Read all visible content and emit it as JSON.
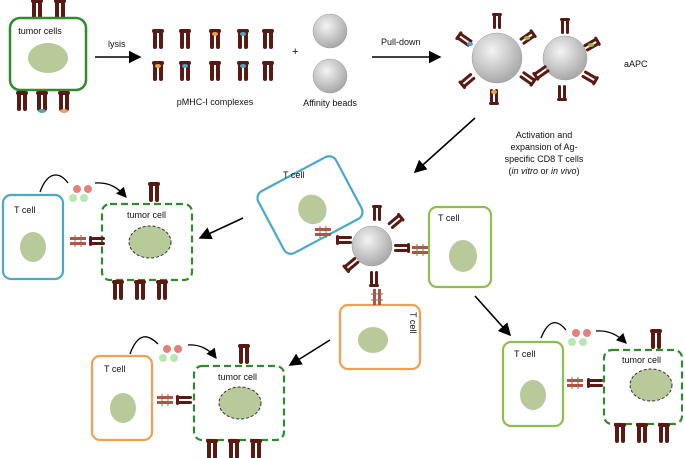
{
  "labels": {
    "tumor_cells": "tumor cells",
    "lysis": "lysis",
    "pmhc": "pMHC-I complexes",
    "plus": "+",
    "affinity_beads": "Affinity beads",
    "pull_down": "Pull-down",
    "aapc": "aAPC",
    "activation_line1": "Activation and",
    "activation_line2": "expansion of Ag-",
    "activation_line3": "specific CD8 T cells",
    "activation_line4_open": "(",
    "activation_line4_invitro": "in vitro",
    "activation_line4_or": " or ",
    "activation_line4_invivo": "in vivo",
    "activation_line4_close": ")",
    "t_cell": "T cell",
    "tumor_cell": "tumor cell"
  },
  "colors": {
    "tumor_border": "#2e8b2e",
    "nucleus_fill": "#b8c99a",
    "mhc_dark": "#5a1a14",
    "tcr_red": "#b5504a",
    "bead": "#c8c8c8",
    "tcell_blue": "#4aa8c8",
    "tcell_green": "#8fbf4a",
    "tcell_orange": "#f0a050",
    "cytokine_red": "#e8807a",
    "cytokine_green": "#b8e8b0"
  }
}
